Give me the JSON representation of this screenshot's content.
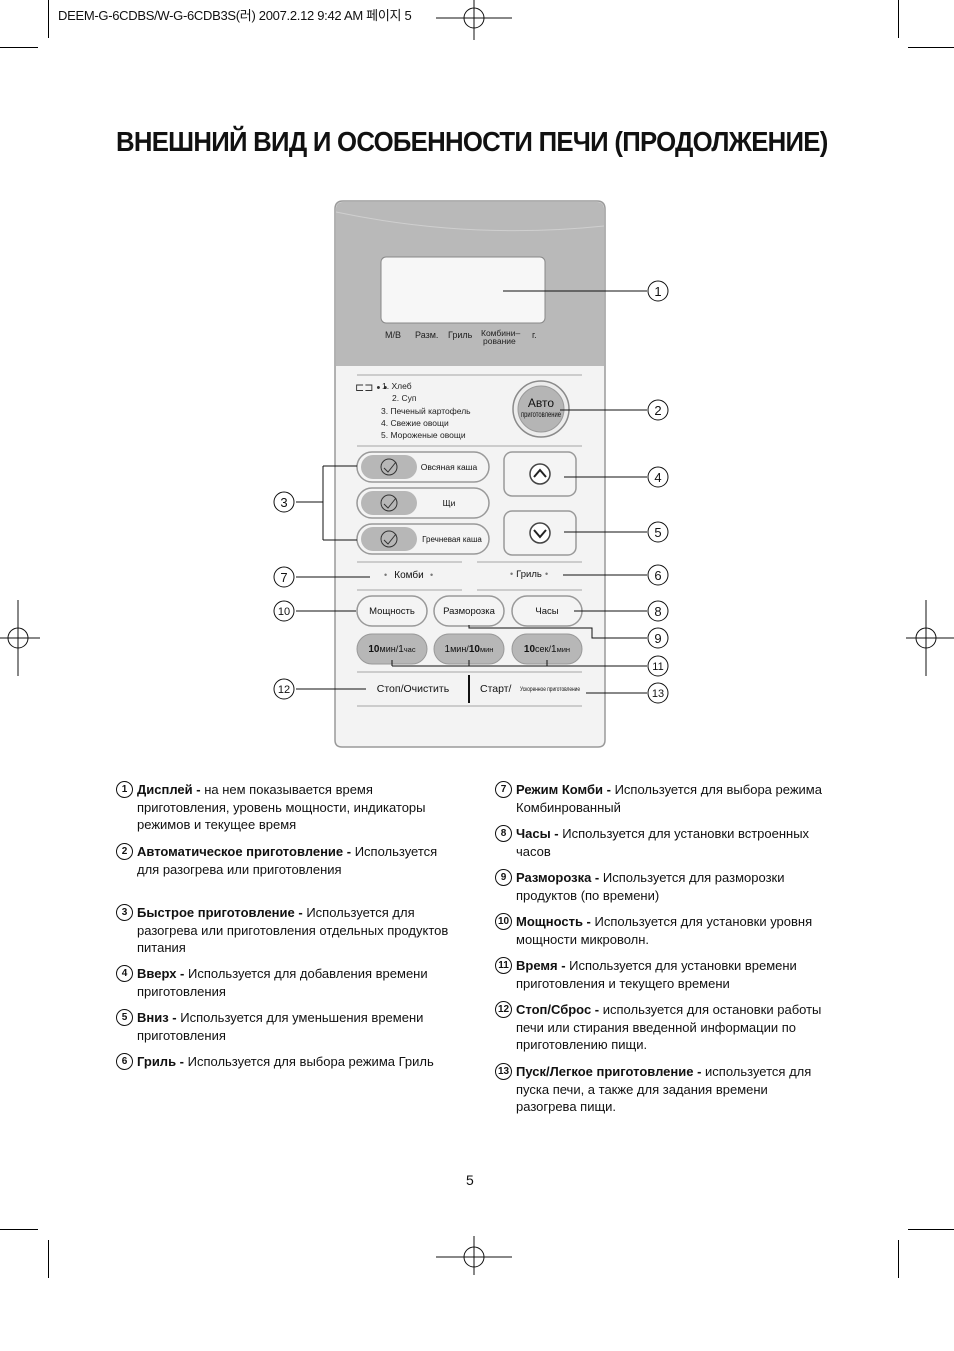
{
  "header": {
    "file_info": "DEEM-G-6CDBS/W-G-6CDB3S(러) 2007.2.12 9:42 AM 페이지 5"
  },
  "title": "ВНЕШНИЙ ВИД И ОСОБЕННОСТИ ПЕЧИ (ПРОДОЛЖЕНИЕ)",
  "panel": {
    "indicators": [
      "M/B",
      "Разм.",
      "Гриль",
      "Комбини–",
      "рование",
      "г."
    ],
    "auto_list": [
      "1. Хлеб",
      "2. Суп",
      "3. Печеный картофель",
      "4. Свежие овощи",
      "5. Мороженые овощи"
    ],
    "auto_button": [
      "Авто",
      "приготовление"
    ],
    "quick_buttons": [
      "Овсяная каша",
      "Щи",
      "Гречневая каша"
    ],
    "combi_label": "Комби",
    "grill_label": "Гриль",
    "power_button": "Мощность",
    "defrost_button": "Разморозка",
    "clock_button": "Часы",
    "time_buttons": [
      {
        "big1": "10",
        "small1": "мин",
        "sep": "/",
        "big2": "1",
        "small2": "час"
      },
      {
        "big1": "1",
        "small1": "мин",
        "sep": "/",
        "big2": "10",
        "small2": "мин"
      },
      {
        "big1": "10",
        "small1": "сек",
        "sep": "/",
        "big2": "1",
        "small2": "мин"
      }
    ],
    "stop_button": "Стоп/Очистить",
    "start_button_main": "Старт/",
    "start_button_sub": "Ускоренное приготовление"
  },
  "callouts": [
    "1",
    "2",
    "3",
    "4",
    "5",
    "6",
    "7",
    "8",
    "9",
    "10",
    "11",
    "12",
    "13"
  ],
  "descriptions": {
    "left": [
      {
        "num": "1",
        "term": "Дисплей -",
        "text": " на нем показывается время приготовления, уровень мощности, индикаторы режимов и текущее время"
      },
      {
        "num": "2",
        "term": "Автоматическое приготовление -",
        "text": " Используется для разогрева или приготовления"
      },
      {
        "num": "3",
        "term": "Быстрое приготовление -",
        "text": " Используется для разогрева или приготовления отдельных продуктов питания"
      },
      {
        "num": "4",
        "term": "Вверх -",
        "text": " Используется для добавления времени приготовления"
      },
      {
        "num": "5",
        "term": "Вниз -",
        "text": " Используется для уменьшения времени приготовления"
      },
      {
        "num": "6",
        "term": "Гриль -",
        "text": " Используется для выбора режима Гриль"
      }
    ],
    "right": [
      {
        "num": "7",
        "term": "Режим Комби -",
        "text": " Используется для выбора режима Комбинрованный"
      },
      {
        "num": "8",
        "term": "Часы -",
        "text": " Используется для установки встроенных часов"
      },
      {
        "num": "9",
        "term": "Разморозка -",
        "text": " Используется для разморозки продуктов (по времени)"
      },
      {
        "num": "10",
        "term": "Мощность -",
        "text": " Используется для установки уровня мощности микроволн."
      },
      {
        "num": "11",
        "term": "Время -",
        "text": " Используется для установки времени приготовления и текущего времени"
      },
      {
        "num": "12",
        "term": "Стоп/Сброс -",
        "text": " используется для остановки работы печи или стирания введенной информации по приготовлению пищи."
      },
      {
        "num": "13",
        "term": "Пуск/Легкое приготовление -",
        "text": " используется для пуска печи, а также для задания времени разогрева пищи."
      }
    ]
  },
  "page_number": "5"
}
